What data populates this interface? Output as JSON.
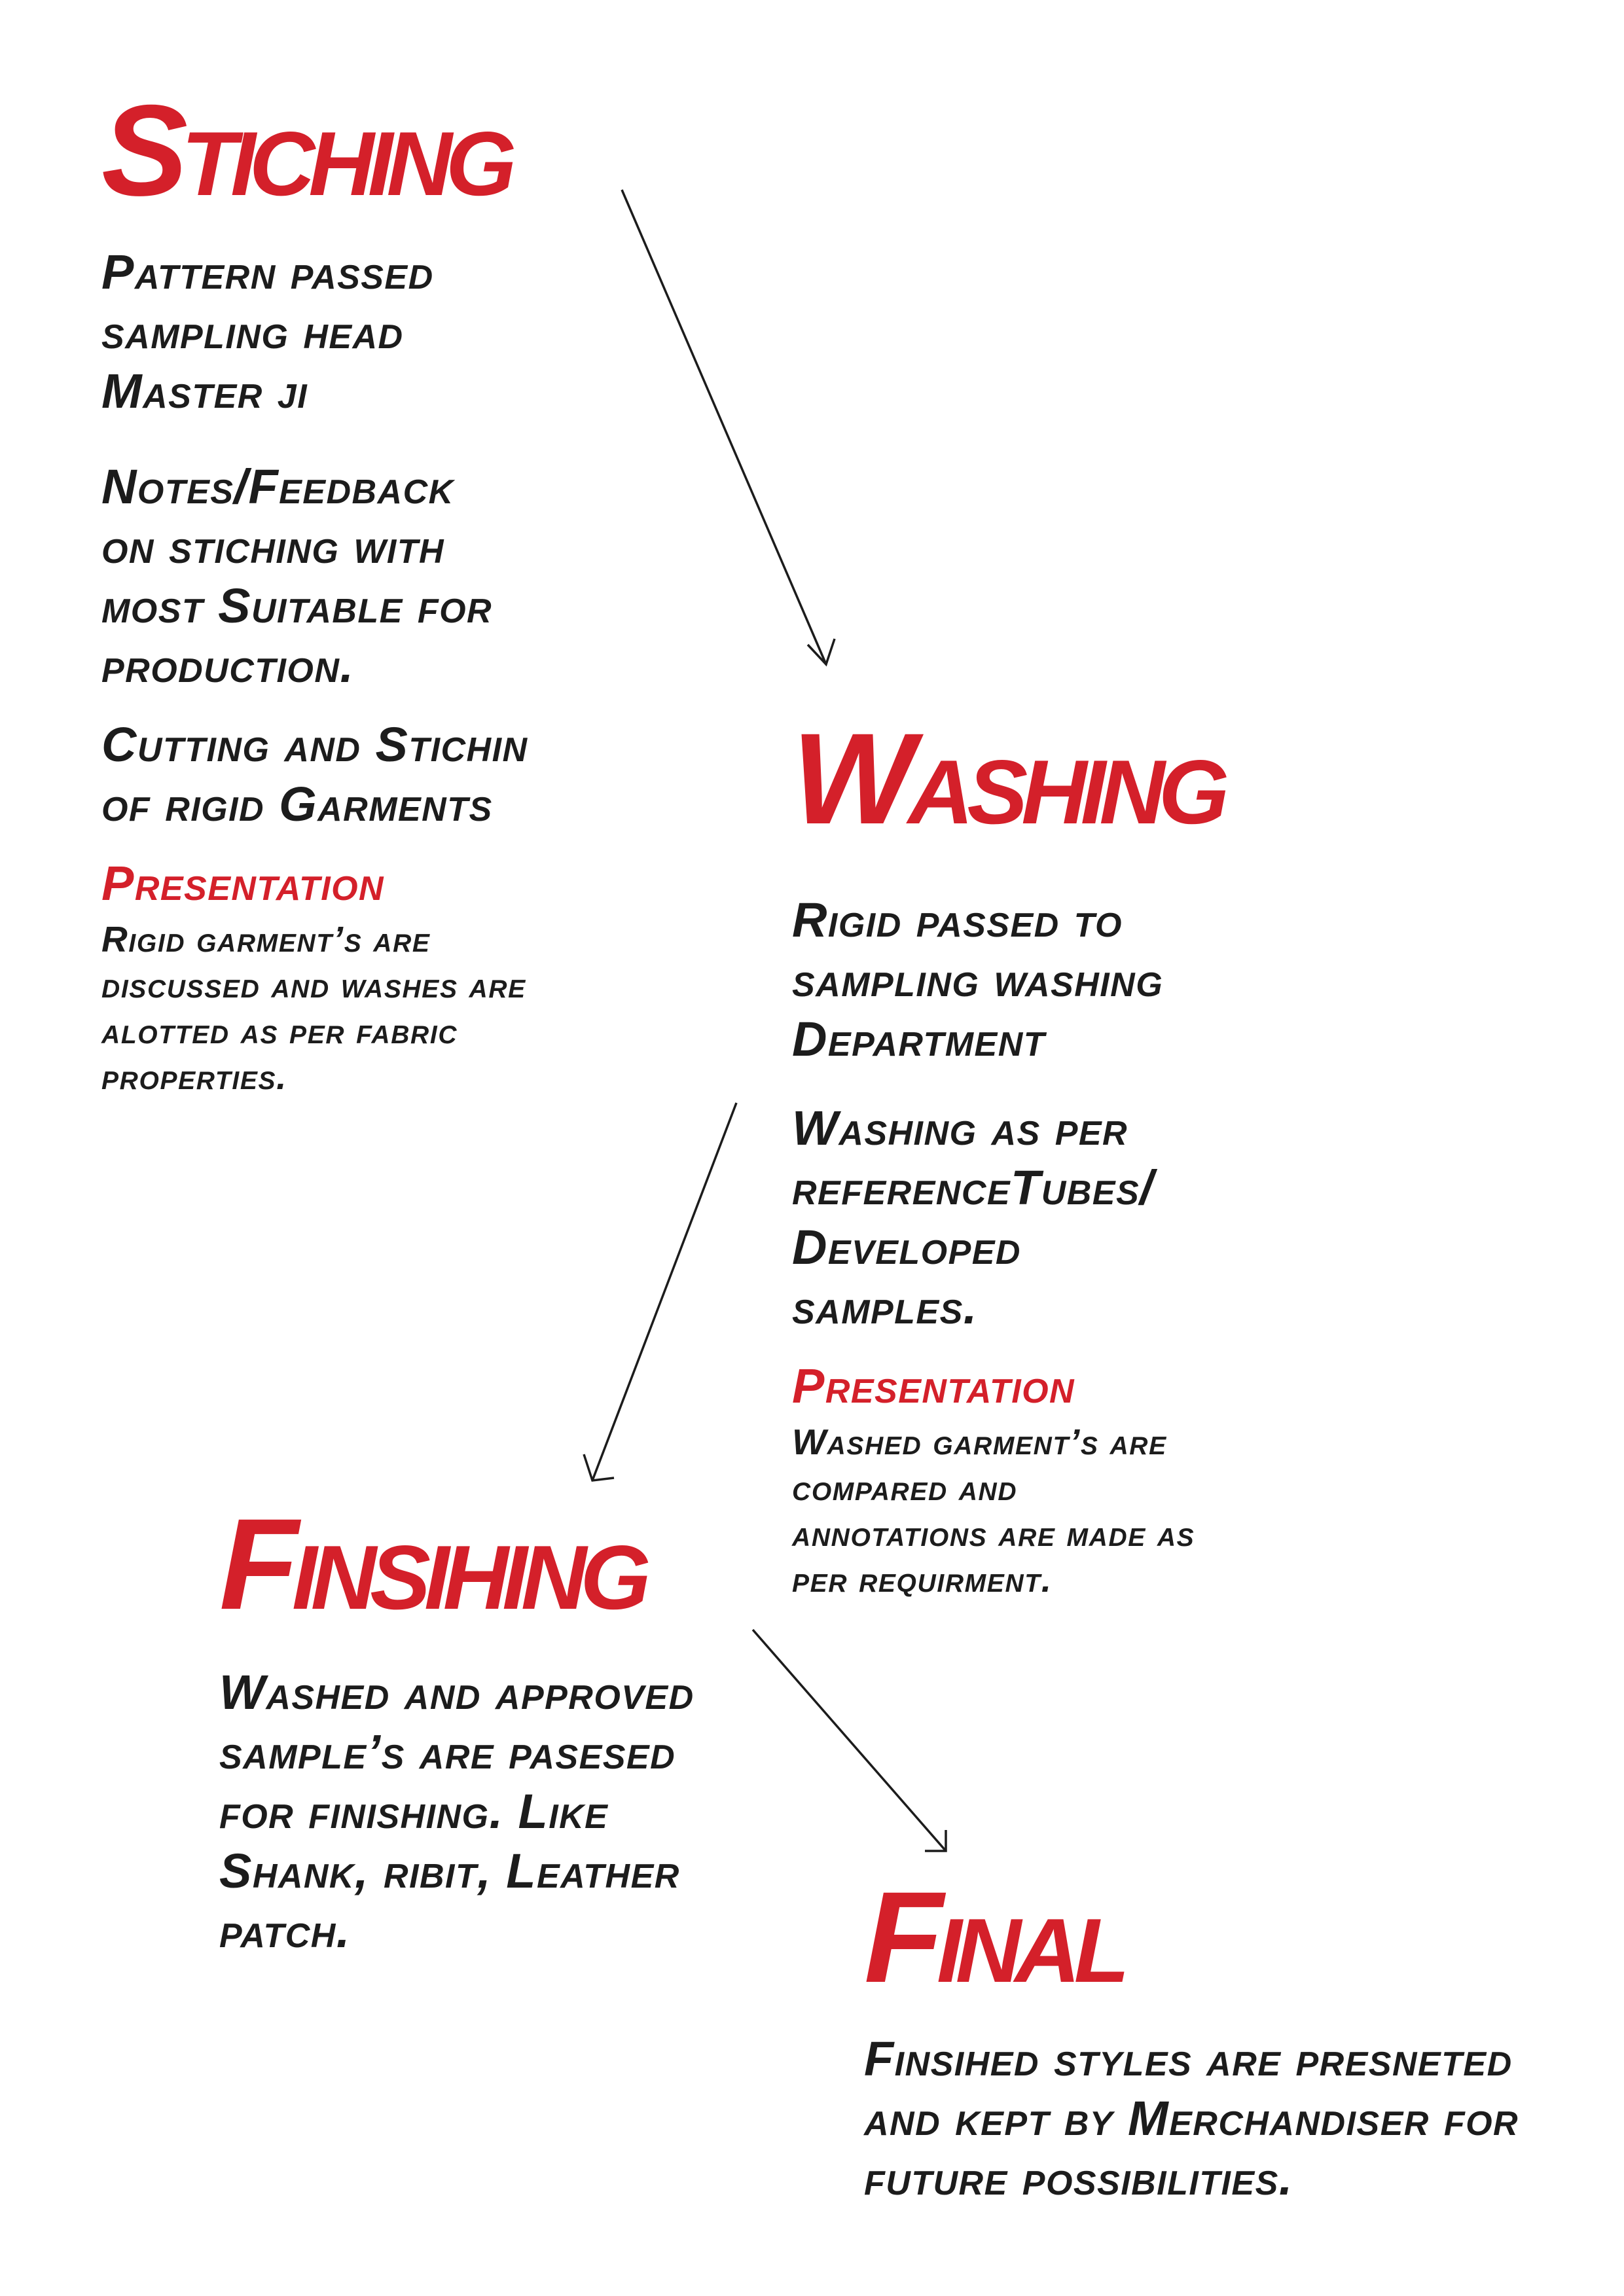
{
  "stages": {
    "stiching": {
      "title": "Stiching",
      "text1": "Pattern passed sampling head Master ji",
      "text2": "Notes/Feedback on stiching with most Suitable for production.",
      "text3": "Cutting and Stichin of rigid Garments",
      "presentation_label": "Presentation",
      "presentation_text": "Rigid garment’s are discussed and washes are alotted as per fabric properties."
    },
    "washing": {
      "title": "Washing",
      "text1": "Rigid passed to sampling washing Department",
      "text2": "Washing as per referenceTubes/ Developed samples.",
      "presentation_label": "Presentation",
      "presentation_text": "Washed garment’s are compared and annotations are made as per requirment."
    },
    "finishing": {
      "title": "Finsihing",
      "text1": "Washed and approved sample’s are pasesed for finishing. Like Shank, ribit, Leather patch."
    },
    "final": {
      "title": "Final",
      "text1": "Finsihed styles are presneted and kept by Merchandiser for future possibilities."
    }
  },
  "colors": {
    "accent": "#d4202a",
    "text": "#1c1c1c",
    "background": "#ffffff"
  }
}
